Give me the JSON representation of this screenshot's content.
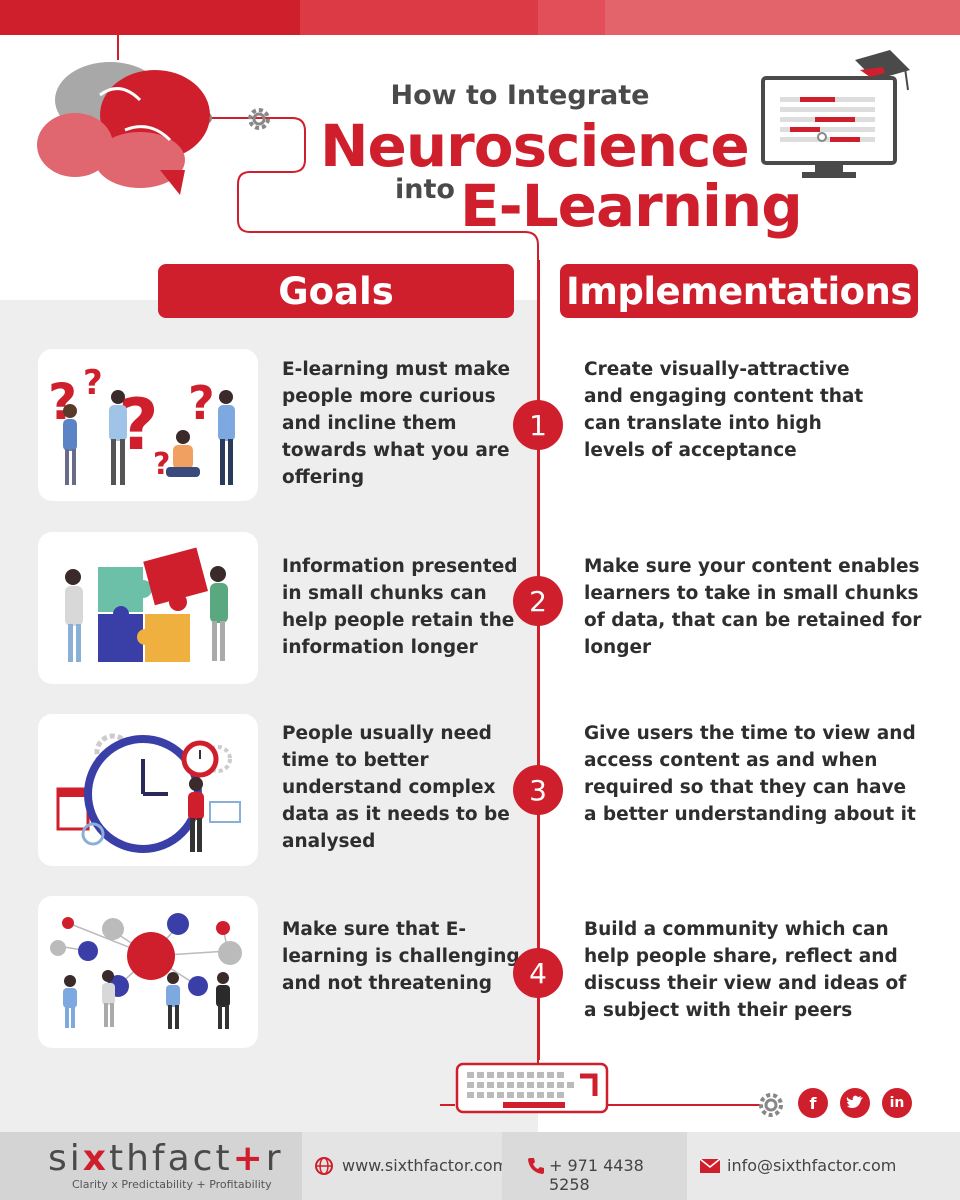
{
  "title": {
    "line1": "How to Integrate",
    "line2": "Neuroscience",
    "line3_small": "into",
    "line3_big": "E-Learning"
  },
  "headers": {
    "goals": "Goals",
    "implementations": "Implementations"
  },
  "rows": [
    {
      "number": "1",
      "goal": "E-learning must make people more curious and incline them towards what you are offering",
      "implementation": "Create visually-attractive and engaging content that can translate into high levels of acceptance",
      "illustration": "question-marks-people-icon"
    },
    {
      "number": "2",
      "goal": "Information presented in small chunks can help people retain the information longer",
      "implementation": "Make sure your content enables learners to take in small chunks of data, that can be retained for longer",
      "illustration": "puzzle-pieces-icon"
    },
    {
      "number": "3",
      "goal": "People usually need time to better understand complex data as it needs to be analysed",
      "implementation": "Give users the time to view and access content as and when required so that they can have a better understanding about it",
      "illustration": "clock-icon"
    },
    {
      "number": "4",
      "goal": "Make sure that E-learning is challenging and not threatening",
      "implementation": "Build a community which can help people share, reflect and discuss their view and ideas of a subject with their peers",
      "illustration": "network-people-icon"
    }
  ],
  "footer": {
    "brand_pre": "si",
    "brand_x": "x",
    "brand_mid": "thfact",
    "brand_plus": "+",
    "brand_post": "r",
    "tagline": "Clarity x Predictability + Profitability",
    "website": "www.sixthfactor.com",
    "phone": "+ 971 4438 5258",
    "email": "info@sixthfactor.com"
  },
  "social": {
    "facebook": "f",
    "linkedin": "in"
  },
  "colors": {
    "accent": "#d01f2c",
    "text": "#2e2e2e",
    "panel": "#eeeeee"
  }
}
